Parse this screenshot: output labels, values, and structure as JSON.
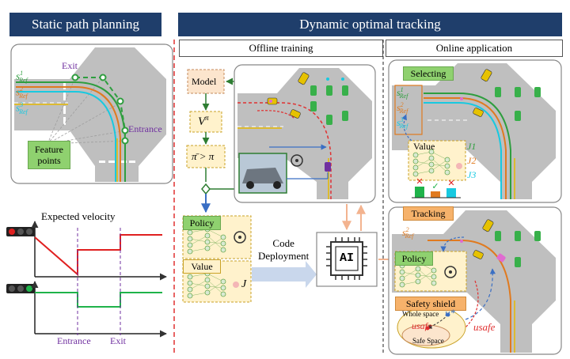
{
  "headers": {
    "static": "Static path planning",
    "dynamic": "Dynamic optimal tracking",
    "offline": "Offline training",
    "online": "Online application"
  },
  "static_panel": {
    "exit": "Exit",
    "entrance": "Entrance",
    "feature_points": "Feature\npoints",
    "ref_base": "s",
    "ref_sub": "Ref",
    "ref_sups": [
      "1",
      "2",
      "3"
    ]
  },
  "velocity_panel": {
    "title": "Expected velocity",
    "entrance": "Entrance",
    "exit": "Exit"
  },
  "offline_panel": {
    "model": "Model",
    "value_fn": "V",
    "value_fn_sup": "π",
    "policy_cond": "π̄ > π",
    "policy": "Policy",
    "value": "Value",
    "j": "J",
    "code_deploy": "Code\nDeployment",
    "ai": "AI"
  },
  "online_panel": {
    "selecting": "Selecting",
    "value": "Value",
    "j_labels": [
      "J1",
      "J2",
      "J3"
    ],
    "tracking": "Tracking",
    "policy": "Policy",
    "safety_shield": "Safety shield",
    "whole_space": "Whole space",
    "safe_space": "Safe Space",
    "u_star": "u*",
    "u_safe": "usafe",
    "u_safe_out": "usafe"
  },
  "colors": {
    "header": "#1f3e6b",
    "path_green": "#2e9e3e",
    "path_orange": "#e07a1f",
    "path_cyan": "#18c9e0",
    "red": "#e03030",
    "signal_green": "#1fb34a",
    "purple": "#7030a0"
  }
}
